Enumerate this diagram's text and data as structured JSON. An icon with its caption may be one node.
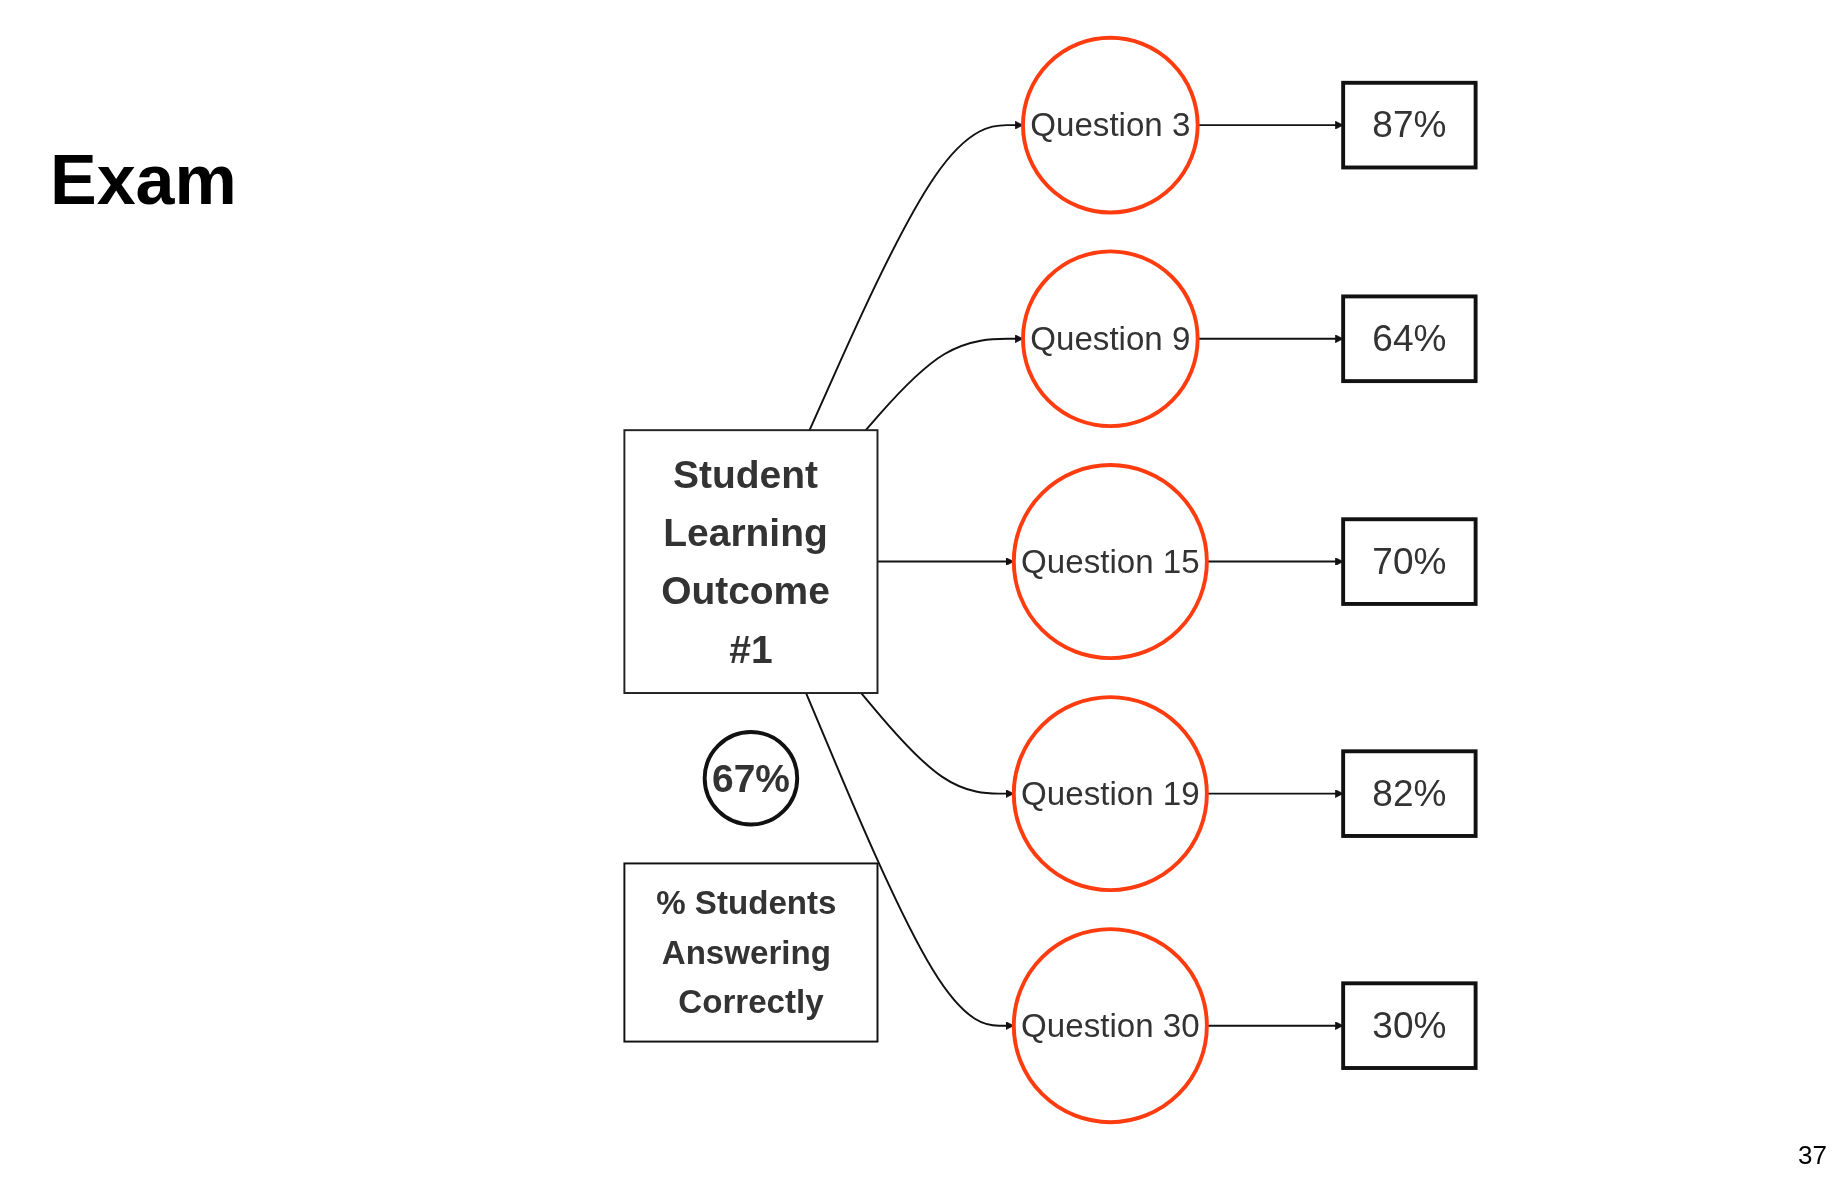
{
  "diagram": {
    "title": "Exam",
    "nodes": [
      {
        "text": [
          "Student Learning Outcome #1"
        ]
      },
      {
        "text": [
          "Question 3"
        ]
      },
      {
        "text": [
          "Question 9"
        ]
      },
      {
        "text": [
          "Question 15"
        ]
      },
      {
        "text": [
          "Question 19"
        ]
      },
      {
        "text": [
          "Question 30"
        ]
      },
      {
        "text": [
          "87%"
        ]
      },
      {
        "text": [
          "64%"
        ]
      },
      {
        "text": [
          "70%"
        ]
      },
      {
        "text": [
          "82%"
        ]
      },
      {
        "text": [
          "30%"
        ]
      },
      {
        "text": [
          "67%"
        ]
      },
      {
        "text": [
          "% Students Answering Correctly"
        ]
      }
    ],
    "edges": [
      {
        "from": 0,
        "to": 1,
        "arrow": "to"
      },
      {
        "from": 0,
        "to": 2,
        "arrow": "to"
      },
      {
        "from": 0,
        "to": 3,
        "arrow": "to"
      },
      {
        "from": 0,
        "to": 4,
        "arrow": "to"
      },
      {
        "from": 0,
        "to": 5,
        "arrow": "to"
      },
      {
        "from": 1,
        "to": 6,
        "arrow": "to"
      },
      {
        "from": 2,
        "to": 7,
        "arrow": "to"
      },
      {
        "from": 3,
        "to": 8,
        "arrow": "to"
      },
      {
        "from": 4,
        "to": 9,
        "arrow": "to"
      },
      {
        "from": 5,
        "to": 10,
        "arrow": "to"
      }
    ],
    "labels": [
      "37"
    ]
  }
}
